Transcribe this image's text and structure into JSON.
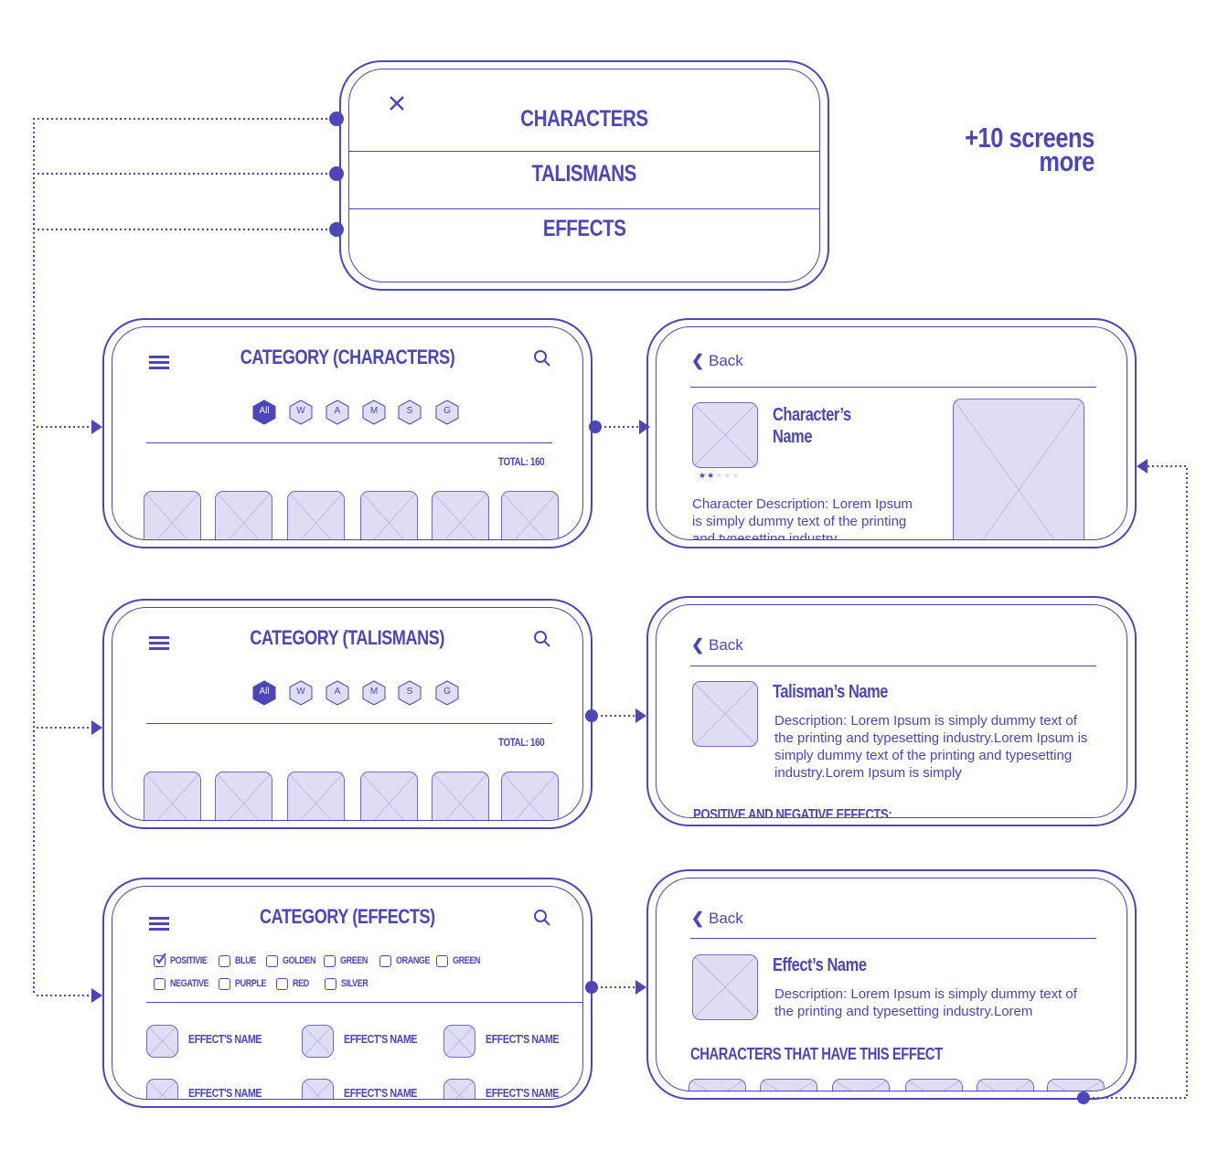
{
  "colors": {
    "primary": "#4b47b8",
    "placeholder_fill": "#dfddf3",
    "placeholder_stroke": "#aaa6e2"
  },
  "menu": {
    "close_icon": "close-icon",
    "items": [
      "CHARACTERS",
      "TALISMANS",
      "EFFECTS"
    ]
  },
  "more_screens": {
    "line1": "+10 screens",
    "line2": "more"
  },
  "category_characters": {
    "title": "CATEGORY (CHARACTERS)",
    "chips": [
      "All",
      "W",
      "A",
      "M",
      "S",
      "G"
    ],
    "total": "TOTAL: 160"
  },
  "category_talismans": {
    "title": "CATEGORY (TALISMANS)",
    "chips": [
      "All",
      "W",
      "A",
      "M",
      "S",
      "G"
    ],
    "total": "TOTAL: 160"
  },
  "category_effects": {
    "title": "CATEGORY (EFFECTS)",
    "filters_row1": [
      {
        "label": "POSITIVIE",
        "checked": true
      },
      {
        "label": "BLUE",
        "checked": false
      },
      {
        "label": "GOLDEN",
        "checked": false
      },
      {
        "label": "GREEN",
        "checked": false
      },
      {
        "label": "ORANGE",
        "checked": false
      },
      {
        "label": "GREEN",
        "checked": false
      }
    ],
    "filters_row2": [
      {
        "label": "NEGATIVE",
        "checked": false
      },
      {
        "label": "PURPLE",
        "checked": false
      },
      {
        "label": "RED",
        "checked": false
      },
      {
        "label": "SILVER",
        "checked": false
      }
    ],
    "items": [
      "EFFECT'S NAME",
      "EFFECT'S NAME",
      "EFFECT'S NAME",
      "EFFECT'S NAME",
      "EFFECT'S NAME",
      "EFFECT'S NAME"
    ]
  },
  "character_detail": {
    "back": "Back",
    "name_line1": "Character’s",
    "name_line2": "Name",
    "rating": 2,
    "rating_max": 5,
    "description": "Character Description: Lorem Ipsum is simply dummy text of the printing and typesetting industry."
  },
  "talisman_detail": {
    "back": "Back",
    "name": "Talisman’s Name",
    "description": "Description: Lorem Ipsum is simply dummy text of the printing and typesetting industry.Lorem Ipsum is simply dummy text of the printing and typesetting industry.Lorem Ipsum is simply",
    "section": "POSITIVE AND NEGATIVE EFFECTS:"
  },
  "effect_detail": {
    "back": "Back",
    "name": "Effect’s Name",
    "description": "Description: Lorem Ipsum is simply dummy text of the printing and typesetting industry.Lorem",
    "section": "CHARACTERS THAT HAVE THIS EFFECT"
  }
}
